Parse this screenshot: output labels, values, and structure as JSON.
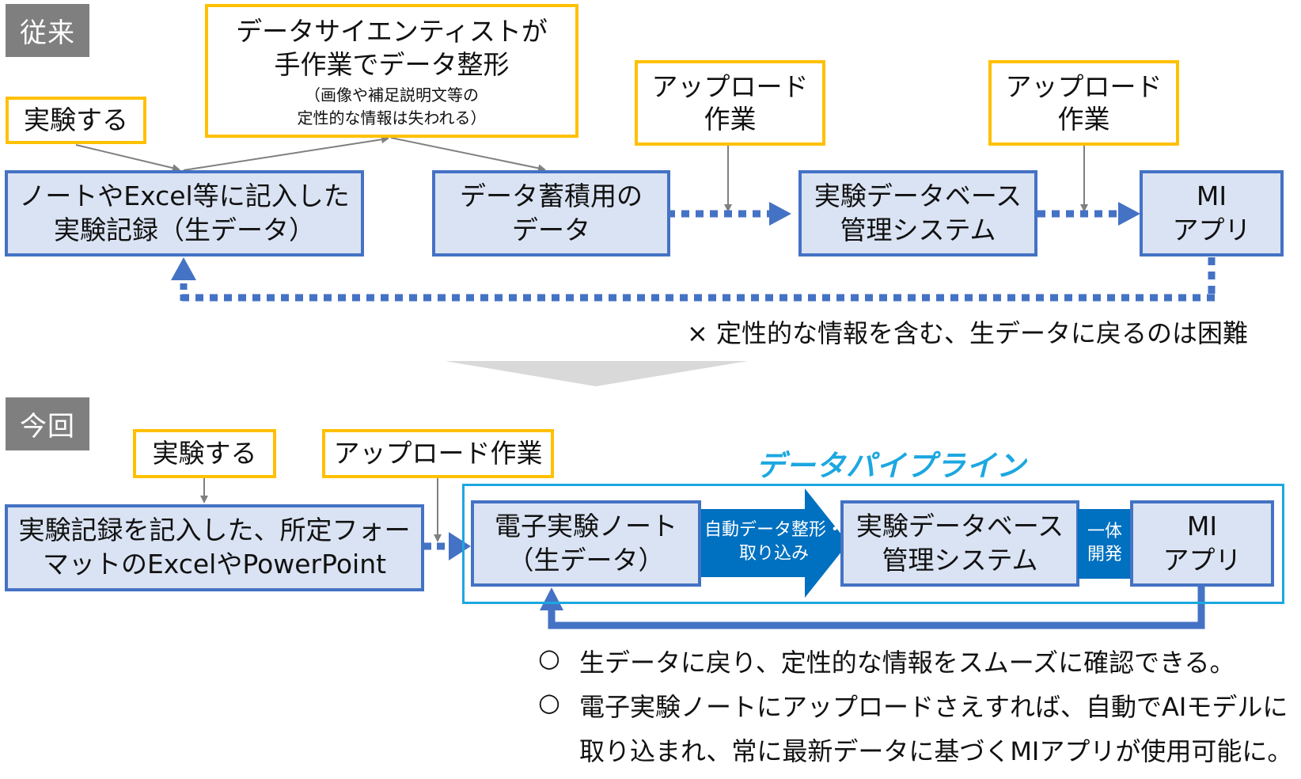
{
  "before": {
    "section_label": "従来",
    "experiment_label": "実験する",
    "scientist_box": {
      "line1": "データサイエンティストが",
      "line2": "手作業でデータ整形",
      "note1": "（画像や補足説明文等の",
      "note2": "定性的な情報は失われる）"
    },
    "upload_1": {
      "line1": "アップロード",
      "line2": "作業"
    },
    "upload_2": {
      "line1": "アップロード",
      "line2": "作業"
    },
    "record_box": {
      "line1": "ノートやExcel等に記入した",
      "line2": "実験記録（生データ）"
    },
    "storage_box": {
      "line1": "データ蓄積用の",
      "line2": "データ"
    },
    "labdb_box": {
      "line1": "実験データベース",
      "line2": "管理システム"
    },
    "mi_box": {
      "line1": "MI",
      "line2": "アプリ"
    },
    "conclusion": "× 定性的な情報を含む、生データに戻るのは困難"
  },
  "after": {
    "section_label": "今回",
    "experiment_label": "実験する",
    "upload_label": "アップロード作業",
    "pipeline_title": "データパイプライン",
    "record_box": {
      "line1": "実験記録を記入した、所定フォー",
      "line2": "マットのExcelやPowerPoint"
    },
    "eln_box": {
      "line1": "電子実験ノート",
      "line2": "（生データ）"
    },
    "auto_arrow": {
      "line1": "自動データ整形・",
      "line2": "取り込み"
    },
    "labdb_box": {
      "line1": "実験データベース",
      "line2": "管理システム"
    },
    "integrated": {
      "line1": "一体",
      "line2": "開発"
    },
    "mi_box": {
      "line1": "MI",
      "line2": "アプリ"
    },
    "benefits": [
      {
        "bullet": "○",
        "text": "生データに戻り、定性的な情報をスムーズに確認できる。"
      },
      {
        "bullet": "○",
        "text": "電子実験ノートにアップロードさえすれば、自動でAIモデルに"
      },
      {
        "bullet": "",
        "text": "取り込まれ、常に最新データに基づくMIアプリが使用可能に。"
      }
    ]
  },
  "colors": {
    "box_fill": "#dae3f3",
    "box_border": "#4472c4",
    "callout_border": "#ffc000",
    "pipeline": "#1ca7e0",
    "auto_arrow": "#0070c0",
    "section_tag": "#7f7f7f",
    "connector_gray": "#808080",
    "transition_chevron": "#d9d9d9"
  }
}
